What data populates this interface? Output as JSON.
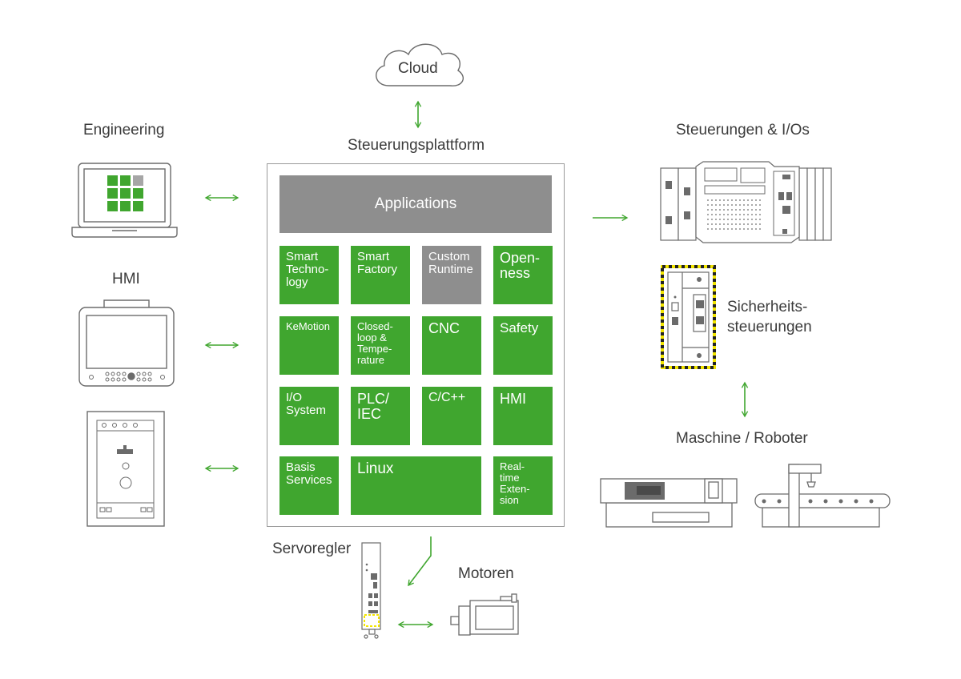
{
  "colors": {
    "green": "#40a62f",
    "gray": "#8e8e8e",
    "outline": "#6b6b6b",
    "safety_yellow": "#f2e500"
  },
  "labels": {
    "cloud": "Cloud",
    "engineering": "Engineering",
    "hmi": "HMI",
    "platform": "Steuerungsplattform",
    "controllers": "Steuerungen & I/Os",
    "safety_controllers": "Sicherheits-\nsteuerungen",
    "machine": "Maschine / Roboter",
    "servo": "Servoregler",
    "motors": "Motoren"
  },
  "platform": {
    "applications": "Applications",
    "tiles": {
      "smart_technology": "Smart\nTechno-\nlogy",
      "smart_factory": "Smart\nFactory",
      "custom_runtime": "Custom\nRuntime",
      "openness": "Open-\nness",
      "kemotion": "KeMotion",
      "closed_loop": "Closed-\nloop &\nTempe-\nrature",
      "cnc": "CNC",
      "safety": "Safety",
      "io_system": "I/O\nSystem",
      "plc_iec": "PLC/\nIEC",
      "c_cpp": "C/C++",
      "hmi": "HMI",
      "basis_services": "Basis\nServices",
      "linux": "Linux",
      "realtime": "Real-\ntime\nExten-\nsion"
    }
  },
  "icons": [
    "cloud-icon",
    "laptop-icon",
    "hmi-panel-icon",
    "control-cabinet-icon",
    "plc-rack-icon",
    "safety-controller-icon",
    "injection-molding-machine-icon",
    "gantry-robot-icon",
    "servo-drive-icon",
    "motor-icon"
  ]
}
